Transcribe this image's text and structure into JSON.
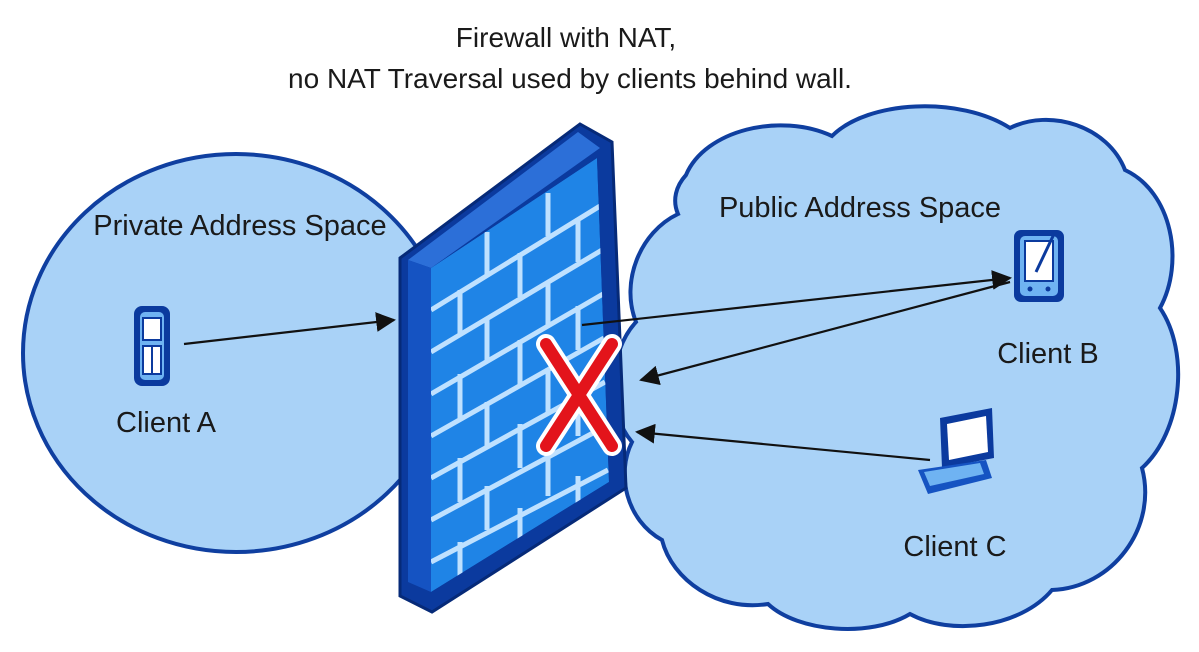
{
  "title": {
    "line1": "Firewall with NAT,",
    "line2": "no NAT Traversal used by clients behind wall."
  },
  "zones": {
    "private_label": "Private Address Space",
    "public_label": "Public Address Space"
  },
  "clients": {
    "a": {
      "label": "Client A",
      "icon": "mobile-phone-icon"
    },
    "b": {
      "label": "Client B",
      "icon": "pda-icon"
    },
    "c": {
      "label": "Client C",
      "icon": "laptop-icon"
    }
  },
  "firewall": {
    "icon": "firewall-brick-wall-icon",
    "block_marker": "red-x-icon"
  },
  "colors": {
    "zone_fill": "#a9d2f7",
    "zone_stroke": "#0f3fa0",
    "wall_dark": "#0b3a9e",
    "wall_brick": "#1f84e6",
    "wall_mortar": "#bfe1ff",
    "block_x": "#e3141b",
    "arrow": "#111111"
  }
}
